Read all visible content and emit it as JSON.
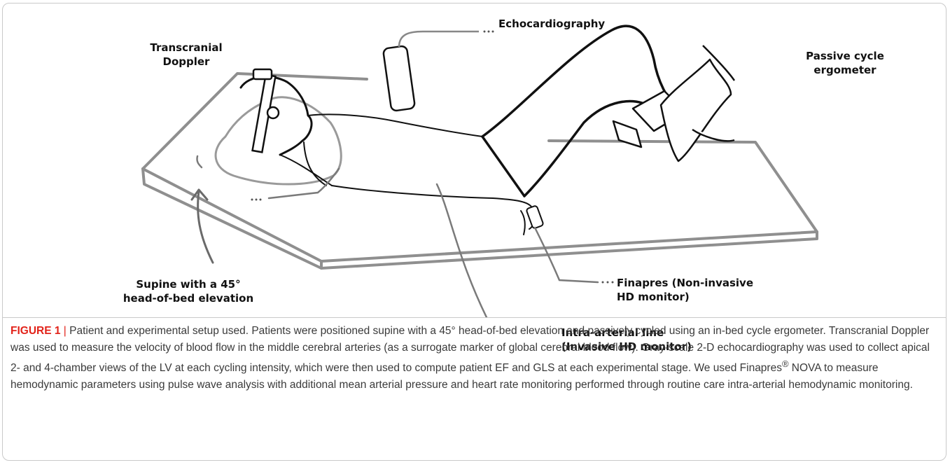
{
  "figure": {
    "labels": {
      "transcranial": "Transcranial\nDoppler",
      "echo": "Echocardiography",
      "cycle": "Passive cycle\nergometer",
      "supine": "Supine with a 45°\nhead-of-bed elevation",
      "finapres": "Finapres (Non-invasive\nHD monitor)",
      "arterial": "Intra-arterial line\n(Invasive HD monitor)"
    }
  },
  "caption": {
    "label": "FIGURE 1",
    "separator": " | ",
    "part1": "Patient and experimental setup used. Patients were positioned supine with a 45° head-of-bed elevation and passively cycled using an in-bed cycle ergometer. Transcranial Doppler was used to measure the velocity of blood flow in the middle cerebral arteries (as a surrogate marker of global cerebral blood flow). Gray-scale 2-D echocardiography was used to collect apical 2- and 4-chamber views of the LV at each cycling intensity, which were then used to compute patient EF and GLS at each experimental stage. We used Finapres",
    "sup": "®",
    "part2": " NOVA to measure hemodynamic parameters using pulse wave analysis with additional mean arterial pressure and heart rate monitoring performed through routine care intra-arterial hemodynamic monitoring."
  }
}
